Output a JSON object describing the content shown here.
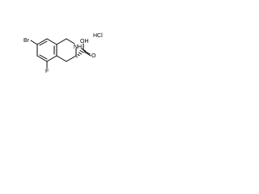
{
  "molecule": {
    "atom_labels": {
      "br": "Br",
      "f": "F",
      "nh": "NH",
      "oh": "OH",
      "o": "O",
      "hcl": "HCl"
    },
    "stereo_bond": "hashed-wedge",
    "colors": {
      "bond": "#000000",
      "text": "#000000",
      "background": "#ffffff"
    }
  }
}
